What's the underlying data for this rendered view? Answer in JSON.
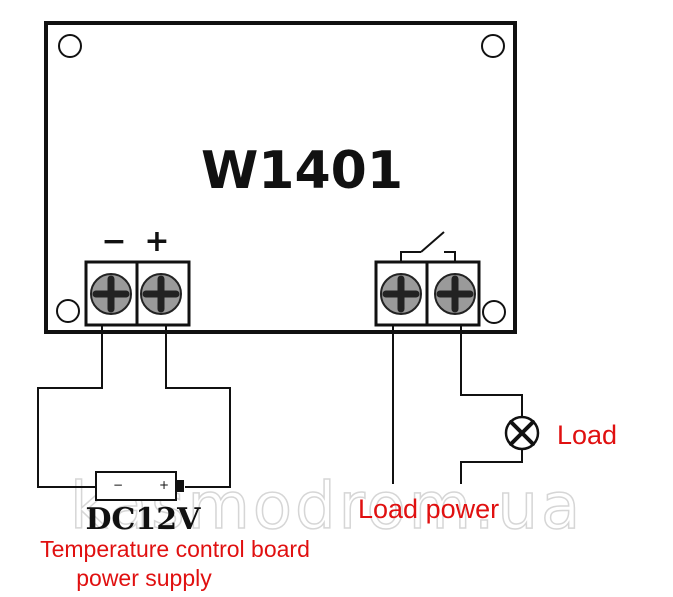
{
  "board": {
    "model": "W1401",
    "polarity_minus": "−",
    "polarity_plus": "+"
  },
  "labels": {
    "load": "Load",
    "load_power": "Load power",
    "supply_voltage": "DC12V",
    "supply_desc_line1": "Temperature control board",
    "supply_desc_line2": "power supply",
    "battery_minus": "−",
    "battery_plus": "+"
  },
  "watermark": "kasmodrom.ua",
  "colors": {
    "label_red": "#e01010",
    "line": "#111111",
    "terminal_gray": "#9a9a9a"
  }
}
